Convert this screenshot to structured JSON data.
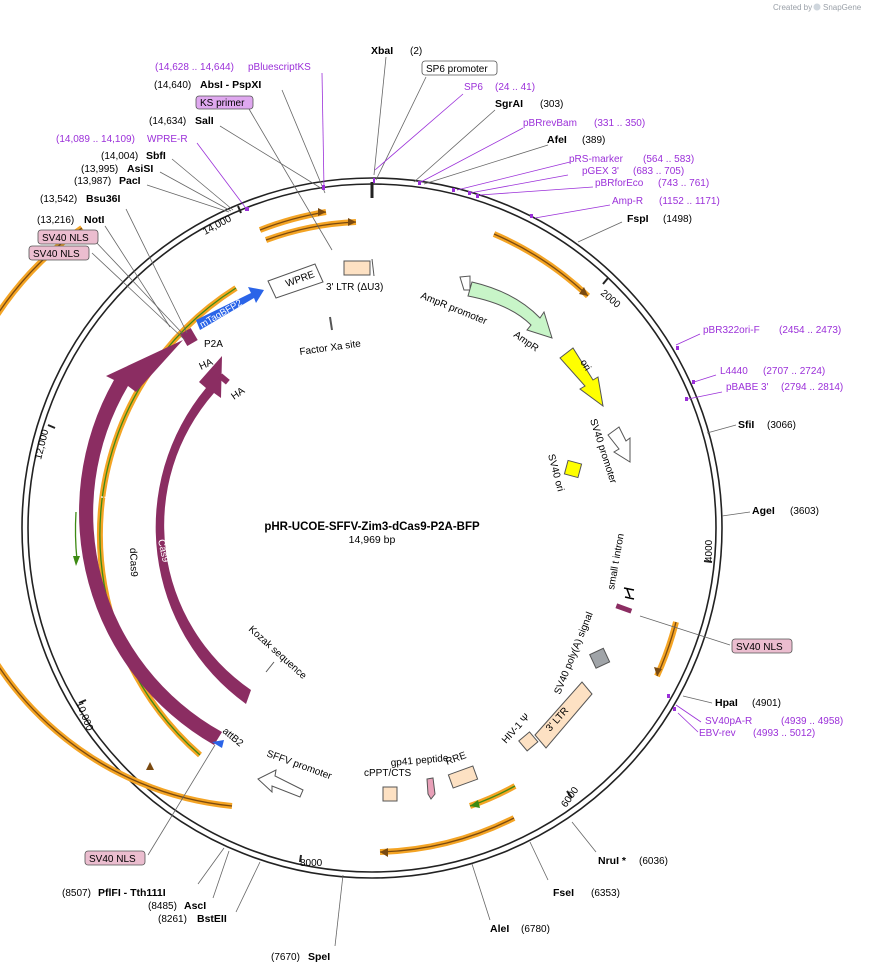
{
  "watermark": {
    "prefix": "Created by",
    "brand": "SnapGene"
  },
  "plasmid": {
    "name": "pHR-UCOE-SFFV-Zim3-dCas9-P2A-BFP",
    "size": "14,969 bp"
  },
  "ticks": [
    "2000",
    "4000",
    "6000",
    "8000",
    "10,000",
    "12,000",
    "14,000"
  ],
  "sites": [
    {
      "name": "XbaI",
      "pos": "(2)"
    },
    {
      "name": "SgrAI",
      "pos": "(303)"
    },
    {
      "name": "AfeI",
      "pos": "(389)"
    },
    {
      "name": "FspI",
      "pos": "(1498)"
    },
    {
      "name": "SfiI",
      "pos": "(3066)"
    },
    {
      "name": "AgeI",
      "pos": "(3603)"
    },
    {
      "name": "HpaI",
      "pos": "(4901)"
    },
    {
      "name": "NruI *",
      "pos": "(6036)"
    },
    {
      "name": "FseI",
      "pos": "(6353)"
    },
    {
      "name": "AleI",
      "pos": "(6780)"
    },
    {
      "name": "SpeI",
      "pos": "(7670)"
    },
    {
      "name": "BstEII",
      "pos": "(8261)"
    },
    {
      "name": "AscI",
      "pos": "(8485)"
    },
    {
      "name": "PflFI  - Tth111I",
      "pos": "(8507)"
    },
    {
      "name": "NotI",
      "pos": "(13,216)"
    },
    {
      "name": "Bsu36I",
      "pos": "(13,542)"
    },
    {
      "name": "PacI",
      "pos": "(13,987)"
    },
    {
      "name": "AsiSI",
      "pos": "(13,995)"
    },
    {
      "name": "SbfI",
      "pos": "(14,004)"
    },
    {
      "name": "SalI",
      "pos": "(14,634)"
    },
    {
      "name": "AbsI  - PspXI",
      "pos": "(14,640)"
    }
  ],
  "primers": [
    {
      "name": "pBluescriptKS",
      "pos": "(14,628 .. 14,644)"
    },
    {
      "name": "SP6",
      "pos": "(24 .. 41)"
    },
    {
      "name": "pBRrevBam",
      "pos": "(331 .. 350)"
    },
    {
      "name": "pRS-marker",
      "pos": "(564 .. 583)"
    },
    {
      "name": "pGEX 3'",
      "pos": "(683 .. 705)"
    },
    {
      "name": "pBRforEco",
      "pos": "(743 .. 761)"
    },
    {
      "name": "Amp-R",
      "pos": "(1152 .. 1171)"
    },
    {
      "name": "pBR322ori-F",
      "pos": "(2454 .. 2473)"
    },
    {
      "name": "L4440",
      "pos": "(2707 .. 2724)"
    },
    {
      "name": "pBABE 3'",
      "pos": "(2794 .. 2814)"
    },
    {
      "name": "SV40pA-R",
      "pos": "(4939 .. 4958)"
    },
    {
      "name": "EBV-rev",
      "pos": "(4993 .. 5012)"
    },
    {
      "name": "WPRE-R",
      "pos": "(14,089 .. 14,109)"
    }
  ],
  "boxed": {
    "sp6_promoter": "SP6 promoter",
    "ks_primer": "KS primer",
    "nls_right": "SV40 NLS",
    "nls_bottom": "SV40 NLS",
    "nls_left_1": "SV40 NLS",
    "nls_left_2": "SV40 NLS"
  },
  "features": {
    "wpre": "WPRE",
    "ltr3_du3": "3' LTR (ΔU3)",
    "factor_xa": "Factor Xa site",
    "ampr_promoter": "AmpR promoter",
    "ampr": "AmpR",
    "ori": "ori",
    "sv40_promoter": "SV40 promoter",
    "sv40_ori": "SV40 ori",
    "small_t": "small t intron",
    "sv40_polya": "SV40 poly(A) signal",
    "ltr3": "3' LTR",
    "hiv_psi": "HIV-1 Ψ",
    "rre": "RRE",
    "gp41": "gp41 peptide",
    "cppt": "cPPT/CTS",
    "sffv": "SFFV promoter",
    "attb2": "attB2",
    "kozak": "Kozak sequence",
    "cas9": "Cas9",
    "dcas9": "dCas9",
    "ha_inner": "HA",
    "ha_outer": "HA",
    "p2a": "P2A",
    "mtagbfp2": "mTagBFP2"
  },
  "colors": {
    "backbone": "#222222",
    "cds": "#8b2d62",
    "bfp": "#2a64e8",
    "ampr": "#c8f5c8",
    "ori": "#ffff00",
    "ltr": "#fde1c3",
    "orf_fill": "#f4a424",
    "orf_green": "#5a9e1c",
    "primer": "#9b30d9",
    "nls_box": "#ebbdcf"
  }
}
